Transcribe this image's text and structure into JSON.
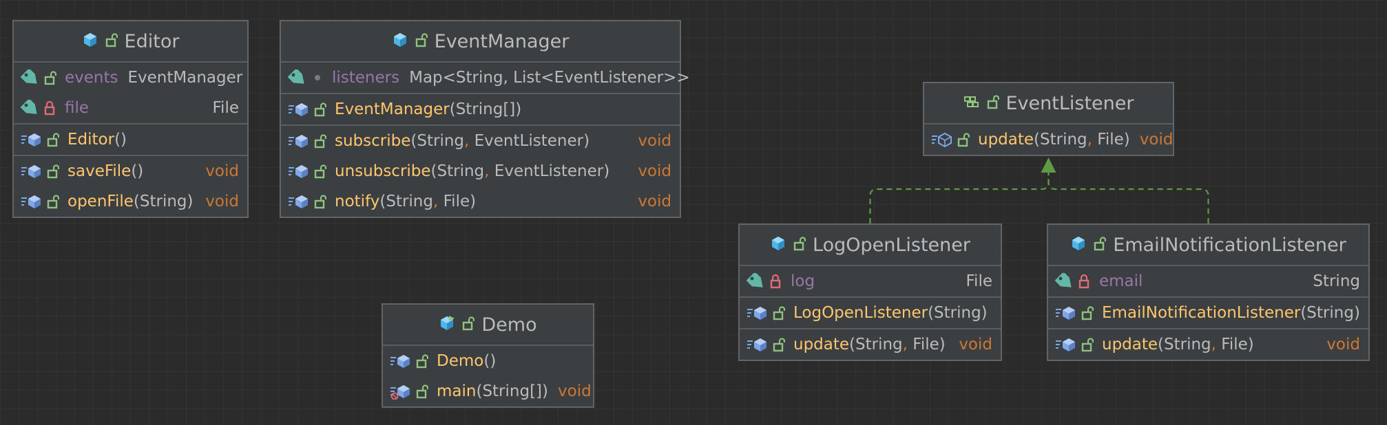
{
  "colors": {
    "background": "#2b2b2b",
    "box_fill": "#3c3f41",
    "box_border": "#646464",
    "class_icon": "#4fb4e8",
    "method_icon": "#7ea7e8",
    "interface_icon": "#8fc37e",
    "field_tag_icon": "#62b8a6",
    "public_lock": "#8fc37e",
    "private_lock": "#e06c75",
    "field_name": "#9876aa",
    "method_name": "#ffc66d",
    "keyword": "#cc7832",
    "plain_text": "#bbbbbb",
    "realization_edge": "#5f9a44"
  },
  "classes": [
    {
      "id": "editor",
      "title": "Editor",
      "title_icon": "class-icon",
      "sections": [
        [
          {
            "icon": "field-tag-icon",
            "access": "public-lock-icon",
            "parts": [
              {
                "t": "events",
                "c": "field"
              }
            ],
            "type": "EventManager",
            "type_align": "inline"
          },
          {
            "icon": "field-tag-icon",
            "access": "private-lock-icon",
            "parts": [
              {
                "t": "file",
                "c": "field"
              }
            ],
            "type": "File",
            "type_align": "right"
          }
        ],
        [
          {
            "icon": "method-icon",
            "access": "public-lock-icon",
            "parts": [
              {
                "t": "Editor",
                "c": "method"
              },
              {
                "t": "()",
                "c": "text"
              }
            ],
            "type": ""
          }
        ],
        [
          {
            "icon": "method-icon",
            "access": "public-lock-icon",
            "parts": [
              {
                "t": "saveFile",
                "c": "method"
              },
              {
                "t": "()",
                "c": "text"
              }
            ],
            "type": "void",
            "type_align": "right"
          },
          {
            "icon": "method-icon",
            "access": "public-lock-icon",
            "parts": [
              {
                "t": "openFile",
                "c": "method"
              },
              {
                "t": "(String)",
                "c": "text"
              }
            ],
            "type": "void",
            "type_align": "right"
          }
        ]
      ]
    },
    {
      "id": "event-manager",
      "title": "EventManager",
      "title_icon": "class-icon",
      "sections": [
        [
          {
            "icon": "field-tag-icon",
            "access": "package-dot-icon",
            "parts": [
              {
                "t": "listeners",
                "c": "field"
              }
            ],
            "type": "Map<String, List<EventListener>>",
            "type_align": "inline"
          }
        ],
        [
          {
            "icon": "method-icon",
            "access": "public-lock-icon",
            "parts": [
              {
                "t": "EventManager",
                "c": "method"
              },
              {
                "t": "(String[])",
                "c": "text"
              }
            ],
            "type": ""
          }
        ],
        [
          {
            "icon": "method-icon",
            "access": "public-lock-icon",
            "parts": [
              {
                "t": "subscribe",
                "c": "method"
              },
              {
                "t": "(String",
                "c": "text"
              },
              {
                "t": ", ",
                "c": "comma"
              },
              {
                "t": "EventListener)",
                "c": "text"
              }
            ],
            "type": "void",
            "type_align": "right"
          },
          {
            "icon": "method-icon",
            "access": "public-lock-icon",
            "parts": [
              {
                "t": "unsubscribe",
                "c": "method"
              },
              {
                "t": "(String",
                "c": "text"
              },
              {
                "t": ", ",
                "c": "comma"
              },
              {
                "t": "EventListener)",
                "c": "text"
              }
            ],
            "type": "void",
            "type_align": "right"
          },
          {
            "icon": "method-icon",
            "access": "public-lock-icon",
            "parts": [
              {
                "t": "notify",
                "c": "method"
              },
              {
                "t": "(String",
                "c": "text"
              },
              {
                "t": ", ",
                "c": "comma"
              },
              {
                "t": "File)",
                "c": "text"
              }
            ],
            "type": "void",
            "type_align": "right"
          }
        ]
      ]
    },
    {
      "id": "event-listener",
      "title": "EventListener",
      "title_icon": "interface-icon",
      "sections": [
        [
          {
            "icon": "abstract-method-icon",
            "access": "public-lock-icon",
            "parts": [
              {
                "t": "update",
                "c": "method"
              },
              {
                "t": "(String",
                "c": "text"
              },
              {
                "t": ", ",
                "c": "comma"
              },
              {
                "t": "File)",
                "c": "text"
              }
            ],
            "type": "void",
            "type_align": "inline"
          }
        ]
      ]
    },
    {
      "id": "log-open-listener",
      "title": "LogOpenListener",
      "title_icon": "class-icon",
      "sections": [
        [
          {
            "icon": "field-tag-icon",
            "access": "private-lock-icon",
            "parts": [
              {
                "t": "log",
                "c": "field"
              }
            ],
            "type": "File",
            "type_align": "right"
          }
        ],
        [
          {
            "icon": "method-icon",
            "access": "public-lock-icon",
            "parts": [
              {
                "t": "LogOpenListener",
                "c": "method"
              },
              {
                "t": "(String)",
                "c": "text"
              }
            ],
            "type": ""
          }
        ],
        [
          {
            "icon": "method-icon",
            "access": "public-lock-icon",
            "parts": [
              {
                "t": "update",
                "c": "method"
              },
              {
                "t": "(String",
                "c": "text"
              },
              {
                "t": ", ",
                "c": "comma"
              },
              {
                "t": "File)",
                "c": "text"
              }
            ],
            "type": "void",
            "type_align": "right"
          }
        ]
      ]
    },
    {
      "id": "email-notification-listener",
      "title": "EmailNotificationListener",
      "title_icon": "class-icon",
      "sections": [
        [
          {
            "icon": "field-tag-icon",
            "access": "private-lock-icon",
            "parts": [
              {
                "t": "email",
                "c": "field"
              }
            ],
            "type": "String",
            "type_align": "right"
          }
        ],
        [
          {
            "icon": "method-icon",
            "access": "public-lock-icon",
            "parts": [
              {
                "t": "EmailNotificationListener",
                "c": "method"
              },
              {
                "t": "(String)",
                "c": "text"
              }
            ],
            "type": ""
          }
        ],
        [
          {
            "icon": "method-icon",
            "access": "public-lock-icon",
            "parts": [
              {
                "t": "update",
                "c": "method"
              },
              {
                "t": "(String",
                "c": "text"
              },
              {
                "t": ", ",
                "c": "comma"
              },
              {
                "t": "File)",
                "c": "text"
              }
            ],
            "type": "void",
            "type_align": "right"
          }
        ]
      ]
    },
    {
      "id": "demo",
      "title": "Demo",
      "title_icon": "runnable-class-icon",
      "sections": [
        [
          {
            "icon": "method-icon",
            "access": "public-lock-icon",
            "parts": [
              {
                "t": "Demo",
                "c": "method"
              },
              {
                "t": "()",
                "c": "text"
              }
            ],
            "type": ""
          },
          {
            "icon": "static-method-icon",
            "access": "public-lock-icon",
            "parts": [
              {
                "t": "main",
                "c": "method"
              },
              {
                "t": "(String[])",
                "c": "text"
              }
            ],
            "type": "void",
            "type_align": "inline"
          }
        ]
      ]
    }
  ],
  "relations": [
    {
      "from": "log-open-listener",
      "to": "event-listener",
      "kind": "realization"
    },
    {
      "from": "email-notification-listener",
      "to": "event-listener",
      "kind": "realization"
    }
  ]
}
